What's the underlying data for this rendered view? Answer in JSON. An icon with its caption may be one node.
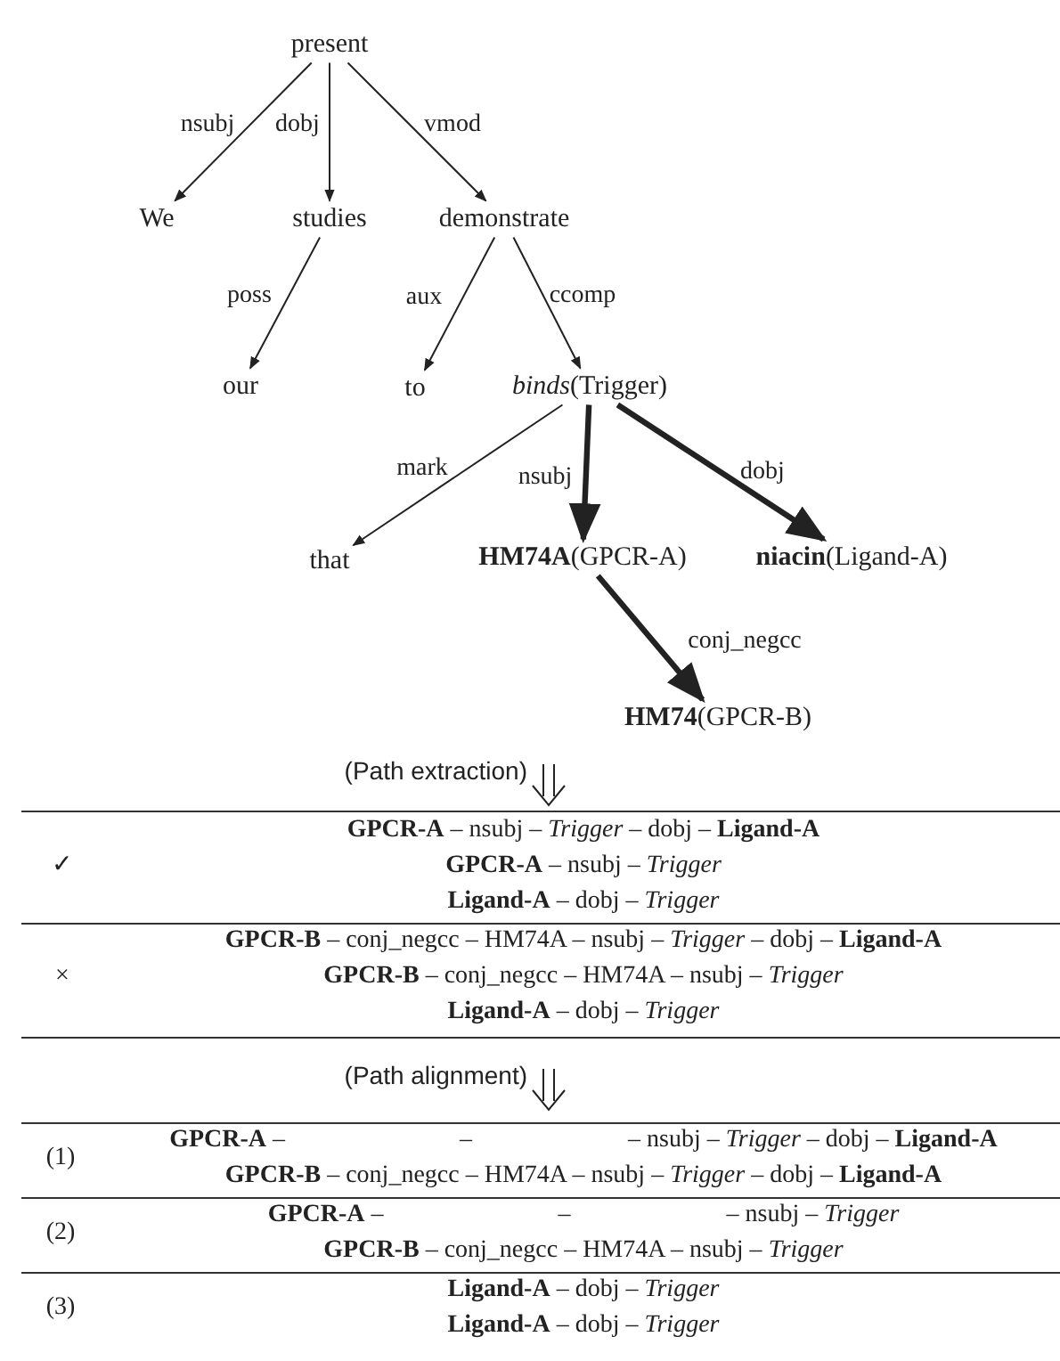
{
  "diagram": {
    "nodes": [
      {
        "text": [
          "present"
        ]
      },
      {
        "text": [
          "We"
        ]
      },
      {
        "text": [
          "studies"
        ]
      },
      {
        "text": [
          "demonstrate"
        ]
      },
      {
        "text": [
          "our"
        ]
      },
      {
        "text": [
          "to"
        ]
      },
      {
        "text": [
          "*binds*(Trigger)"
        ]
      },
      {
        "text": [
          "that"
        ]
      },
      {
        "text": [
          "**HM74A**(GPCR-A)"
        ]
      },
      {
        "text": [
          "**niacin**(Ligand-A)"
        ]
      },
      {
        "text": [
          "**HM74**(GPCR-B)"
        ]
      }
    ],
    "edges": [
      {
        "from": 0,
        "to": 1,
        "arrow": "to",
        "label": "nsubj"
      },
      {
        "from": 0,
        "to": 2,
        "arrow": "to",
        "label": "dobj"
      },
      {
        "from": 0,
        "to": 3,
        "arrow": "to",
        "label": "vmod"
      },
      {
        "from": 2,
        "to": 4,
        "arrow": "to",
        "label": "poss"
      },
      {
        "from": 3,
        "to": 5,
        "arrow": "to",
        "label": "aux"
      },
      {
        "from": 3,
        "to": 6,
        "arrow": "to",
        "label": "ccomp"
      },
      {
        "from": 6,
        "to": 7,
        "arrow": "to",
        "label": "mark"
      },
      {
        "from": 6,
        "to": 8,
        "arrow": "to",
        "label": "nsubj",
        "style": "thick"
      },
      {
        "from": 6,
        "to": 9,
        "arrow": "to",
        "label": "dobj",
        "style": "thick"
      },
      {
        "from": 8,
        "to": 10,
        "arrow": "to",
        "label": "conj_negcc",
        "style": "thick"
      }
    ],
    "labels": [
      "(Path extraction)",
      "✓",
      "**GPCR-A** – nsubj – *Trigger* – dobj – **Ligand-A**",
      "**GPCR-A** – nsubj – *Trigger*",
      "**Ligand-A** – dobj – *Trigger*",
      "×",
      "**GPCR-B** – conj_negcc – HM74A – nsubj – *Trigger* – dobj – **Ligand-A**",
      "**GPCR-B** – conj_negcc – HM74A – nsubj – *Trigger*",
      "**Ligand-A** – dobj – *Trigger*",
      "(Path alignment)",
      "(1)",
      "**GPCR-A** –                            –                         – nsubj – *Trigger* – dobj – **Ligand-A**",
      "**GPCR-B** – conj_negcc – HM74A – nsubj – *Trigger* – dobj – **Ligand-A**",
      "(2)",
      "**GPCR-A** –                            –                         – nsubj – *Trigger*",
      "**GPCR-B** – conj_negcc – HM74A – nsubj – *Trigger*",
      "(3)",
      "**Ligand-A** – dobj – *Trigger*",
      "**Ligand-A** – dobj – *Trigger*"
    ]
  }
}
